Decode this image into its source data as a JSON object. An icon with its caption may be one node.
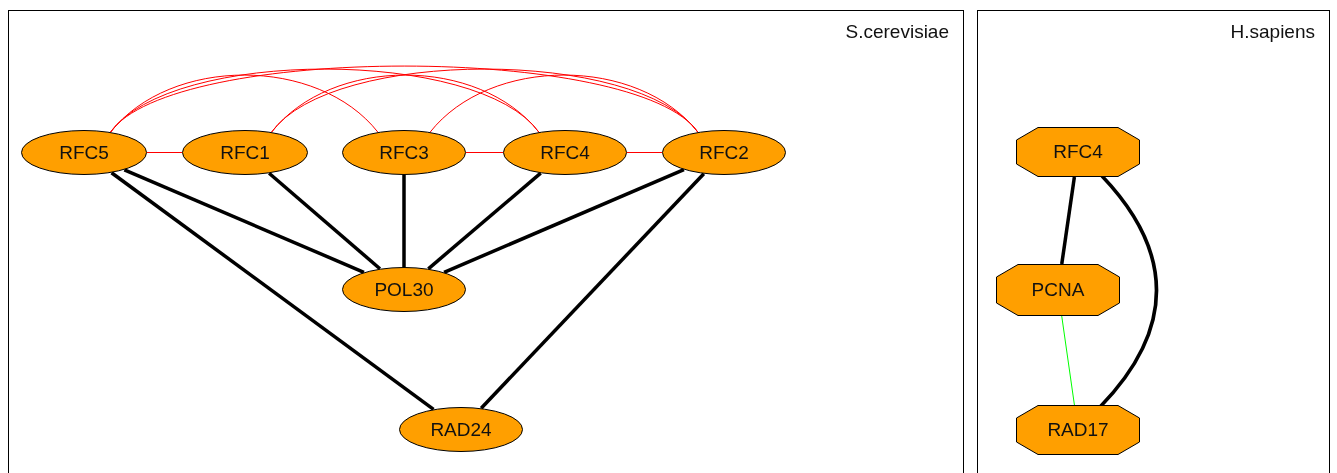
{
  "diagram": {
    "nodes": [
      {
        "text": [
          "S.cerevisiae"
        ]
      },
      {
        "text": [
          "RFC5"
        ],
        "in": 0
      },
      {
        "text": [
          "RFC1"
        ],
        "in": 0
      },
      {
        "text": [
          "RFC3"
        ],
        "in": 0
      },
      {
        "text": [
          "RFC4"
        ],
        "in": 0
      },
      {
        "text": [
          "RFC2"
        ],
        "in": 0
      },
      {
        "text": [
          "POL30"
        ],
        "in": 0
      },
      {
        "text": [
          "RAD24"
        ],
        "in": 0
      },
      {
        "text": [
          "H.sapiens"
        ]
      },
      {
        "text": [
          "RFC4"
        ],
        "in": 8
      },
      {
        "text": [
          "PCNA"
        ],
        "in": 8
      },
      {
        "text": [
          "RAD17"
        ],
        "in": 8
      }
    ],
    "edges": [
      {
        "from": 1,
        "to": 2,
        "arrow": "none",
        "color": "#ff0000"
      },
      {
        "from": 3,
        "to": 4,
        "arrow": "none",
        "color": "#ff0000"
      },
      {
        "from": 4,
        "to": 5,
        "arrow": "none",
        "color": "#ff0000"
      },
      {
        "from": 1,
        "to": 3,
        "arrow": "none",
        "color": "#ff0000"
      },
      {
        "from": 1,
        "to": 4,
        "arrow": "none",
        "color": "#ff0000"
      },
      {
        "from": 1,
        "to": 5,
        "arrow": "none",
        "color": "#ff0000"
      },
      {
        "from": 2,
        "to": 4,
        "arrow": "none",
        "color": "#ff0000"
      },
      {
        "from": 2,
        "to": 5,
        "arrow": "none",
        "color": "#ff0000"
      },
      {
        "from": 3,
        "to": 5,
        "arrow": "none",
        "color": "#ff0000"
      },
      {
        "from": 1,
        "to": 6,
        "arrow": "none",
        "style": "thick",
        "color": "#000000"
      },
      {
        "from": 2,
        "to": 6,
        "arrow": "none",
        "style": "thick",
        "color": "#000000"
      },
      {
        "from": 3,
        "to": 6,
        "arrow": "none",
        "style": "thick",
        "color": "#000000"
      },
      {
        "from": 4,
        "to": 6,
        "arrow": "none",
        "style": "thick",
        "color": "#000000"
      },
      {
        "from": 5,
        "to": 6,
        "arrow": "none",
        "style": "thick",
        "color": "#000000"
      },
      {
        "from": 1,
        "to": 7,
        "arrow": "none",
        "style": "thick",
        "color": "#000000"
      },
      {
        "from": 5,
        "to": 7,
        "arrow": "none",
        "style": "thick",
        "color": "#000000"
      },
      {
        "from": 9,
        "to": 10,
        "arrow": "none",
        "style": "thick",
        "color": "#000000"
      },
      {
        "from": 9,
        "to": 11,
        "arrow": "none",
        "style": "thick",
        "color": "#000000"
      },
      {
        "from": 10,
        "to": 11,
        "arrow": "none",
        "color": "#00ff00"
      }
    ]
  }
}
